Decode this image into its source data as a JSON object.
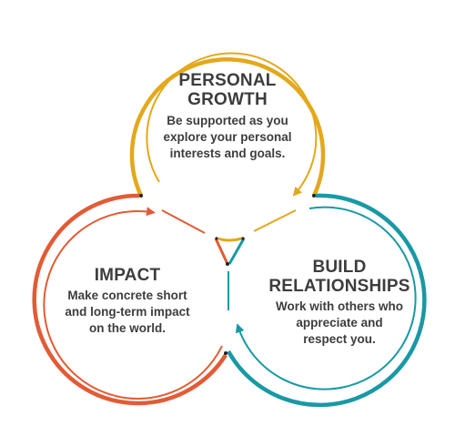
{
  "colors": {
    "growth": "#E3A81B",
    "impact": "#E25B35",
    "build": "#1899A5",
    "text": "#3d3d3d"
  },
  "growth": {
    "title_line1": "PERSONAL",
    "title_line2": "GROWTH",
    "desc_line1": "Be supported as you",
    "desc_line2": "explore your personal",
    "desc_line3": "interests and goals."
  },
  "impact": {
    "title": "IMPACT",
    "desc_line1": "Make concrete short",
    "desc_line2": "and long-term impact",
    "desc_line3": "on the world."
  },
  "build": {
    "title_line1": "BUILD",
    "title_line2": "RELATIONSHIPS",
    "desc_line1": "Work with others who",
    "desc_line2": "appreciate and",
    "desc_line3": "respect you."
  }
}
